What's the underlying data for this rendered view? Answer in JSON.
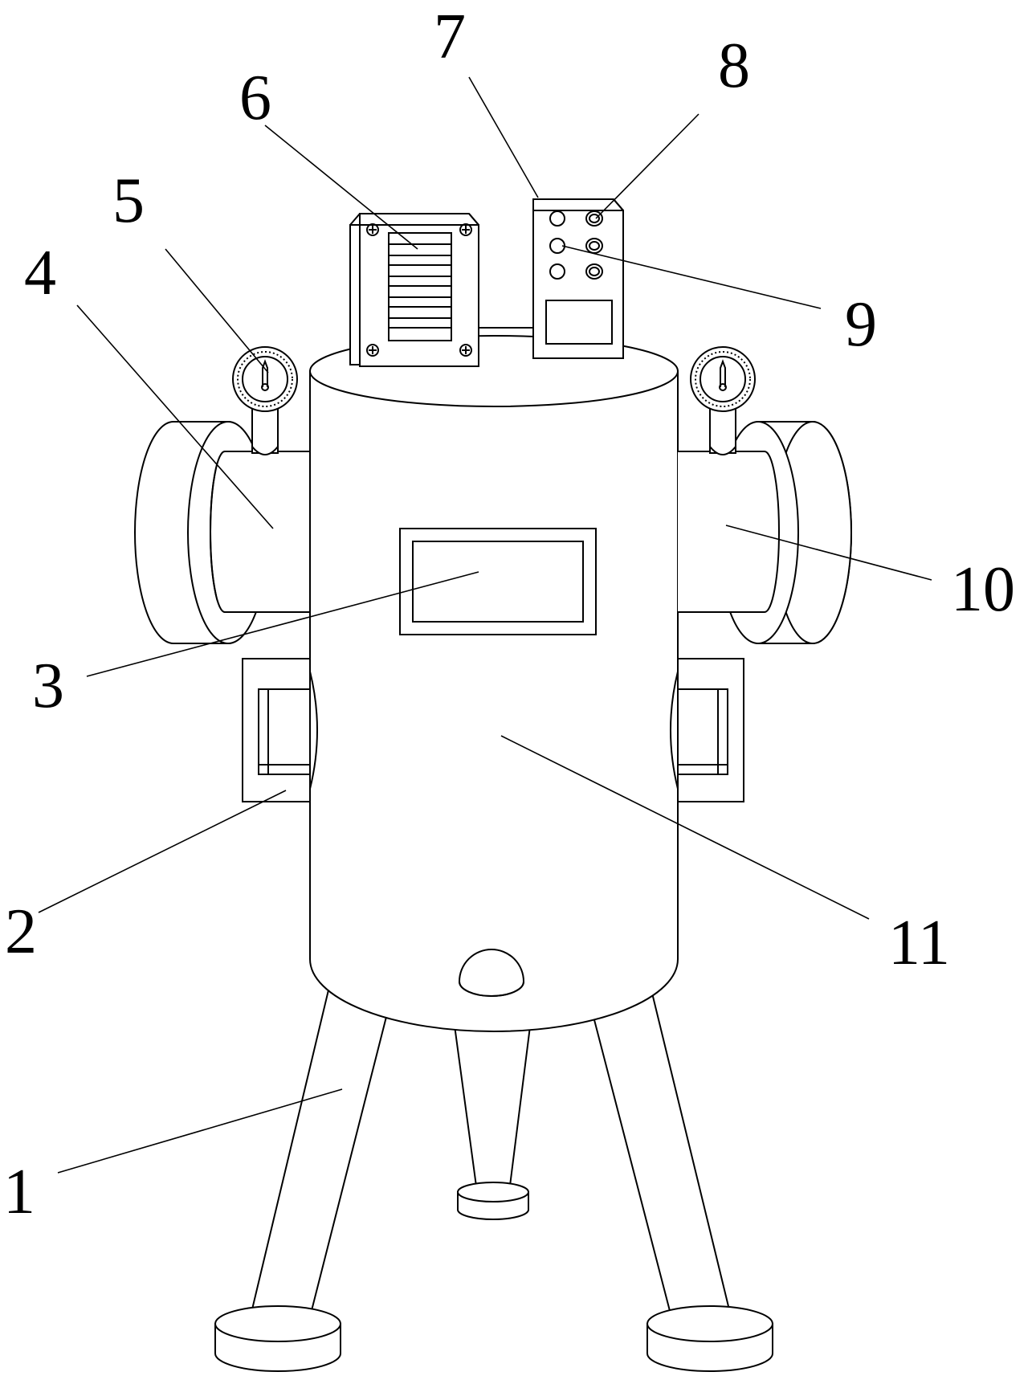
{
  "labels": {
    "l1": "1",
    "l2": "2",
    "l3": "3",
    "l4": "4",
    "l5": "5",
    "l6": "6",
    "l7": "7",
    "l8": "8",
    "l9": "9",
    "l10": "10",
    "l11": "11"
  },
  "colors": {
    "stroke": "#000000",
    "background": "#ffffff"
  }
}
